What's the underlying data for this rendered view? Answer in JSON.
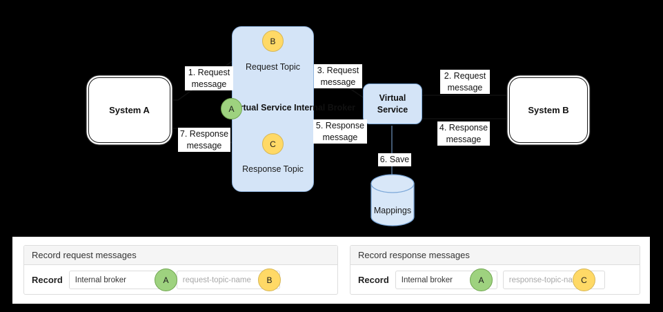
{
  "diagram": {
    "systems": {
      "a_label": "System A",
      "b_label": "System B"
    },
    "broker": {
      "title": "Virtual Service\nInternal Broker",
      "request_topic": "Request\nTopic",
      "response_topic": "Response\nTopic",
      "badge_a": "A",
      "badge_b": "B",
      "badge_c": "C"
    },
    "virtual_service": {
      "label": "Virtual\nService"
    },
    "datastore": {
      "label": "Mappings"
    },
    "steps": [
      {
        "id": "step-1",
        "text": "1. Request\nmessage"
      },
      {
        "id": "step-2",
        "text": "2. Request\nmessage"
      },
      {
        "id": "step-3",
        "text": "3. Request\nmessage"
      },
      {
        "id": "step-4",
        "text": "4. Response\nmessage"
      },
      {
        "id": "step-5",
        "text": "5. Response\nmessage"
      },
      {
        "id": "step-6",
        "text": "6. Save"
      },
      {
        "id": "step-7",
        "text": "7. Response\nmessage"
      }
    ],
    "colors": {
      "broker_fill": "#d4e4f7",
      "broker_stroke": "#7ba7d8",
      "badge_green": "#9ed27f",
      "badge_green_stroke": "#6fa64f",
      "badge_yellow": "#ffd966",
      "badge_yellow_stroke": "#d6b656",
      "line": "#111111"
    }
  },
  "forms": {
    "request_panel": {
      "header": "Record request messages",
      "record_label": "Record",
      "broker_select_value": "Internal broker",
      "topic_placeholder": "request-topic-name",
      "badge_select": "A",
      "badge_topic": "B"
    },
    "response_panel": {
      "header": "Record response messages",
      "record_label": "Record",
      "broker_select_value": "Internal broker",
      "topic_placeholder": "response-topic-name",
      "caret": "▼",
      "badge_select": "A",
      "badge_topic": "C"
    }
  }
}
